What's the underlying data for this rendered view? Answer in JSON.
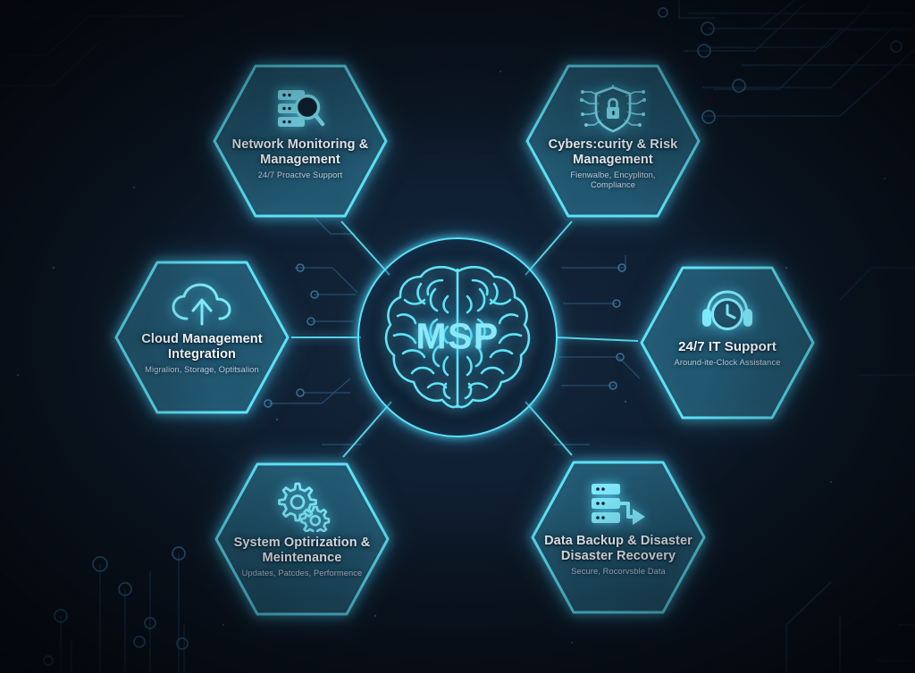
{
  "diagram": {
    "title": "MSP Managed Service Provider Services Hexagon Diagram",
    "hub": {
      "label": "MSP",
      "icon": "brain-icon",
      "accent_color": "#5ce1f7"
    },
    "background": {
      "base_color": "#0d1a2a",
      "edge_color": "#0a111b",
      "trace_color": "#1d3f5c",
      "node_color": "#2a5d80"
    },
    "nodes": [
      {
        "id": "network-monitoring",
        "icon": "server-search-icon",
        "title": "Network Monitoring & Management",
        "subtitle": "24/7 Proactve Support",
        "position": "top-left"
      },
      {
        "id": "cybersecurity",
        "icon": "shield-lock-icon",
        "title": "Cybers:curity & Risk Management",
        "subtitle": "Fienwalbe, Encypliton, Compliance",
        "position": "top-right"
      },
      {
        "id": "cloud-management",
        "icon": "cloud-upload-icon",
        "title": "Cloud Management Integration",
        "subtitle": "Migralion, Storage, Optitsalion",
        "position": "left"
      },
      {
        "id": "it-support",
        "icon": "headset-clock-icon",
        "title": "24/7 IT Support",
        "subtitle": "Around-ite-Clock Assistance",
        "position": "right"
      },
      {
        "id": "system-optimization",
        "icon": "gears-icon",
        "title": "System Optirization & Meintenance",
        "subtitle": "Updates, Patcdes, Performence",
        "position": "bottom-left"
      },
      {
        "id": "data-backup",
        "icon": "server-arrow-icon",
        "title": "Data Backup & Disaster Disaster Recovery",
        "subtitle": "Secure, Rocorvsble Data",
        "position": "bottom-right"
      }
    ]
  }
}
